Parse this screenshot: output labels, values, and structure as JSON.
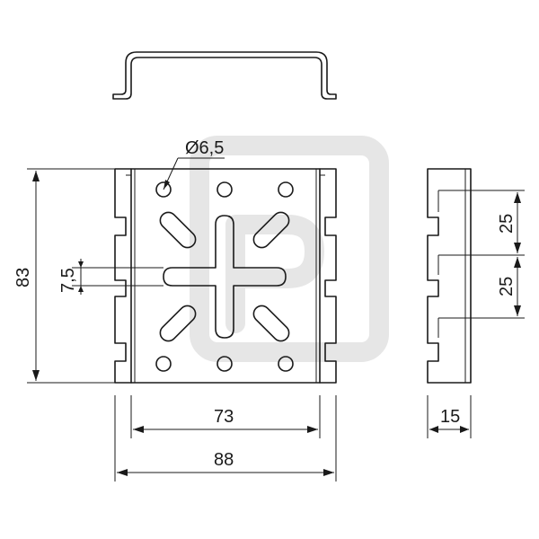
{
  "dimensions": {
    "hole_diameter": "Ø6,5",
    "slot_width": "7,5",
    "total_height": "83",
    "inner_width": "73",
    "total_width": "88",
    "pitch_1": "25",
    "pitch_2": "25",
    "depth": "15"
  },
  "colors": {
    "line": "#1a1a1a",
    "watermark": "#e6e6e6",
    "background": "#ffffff"
  }
}
